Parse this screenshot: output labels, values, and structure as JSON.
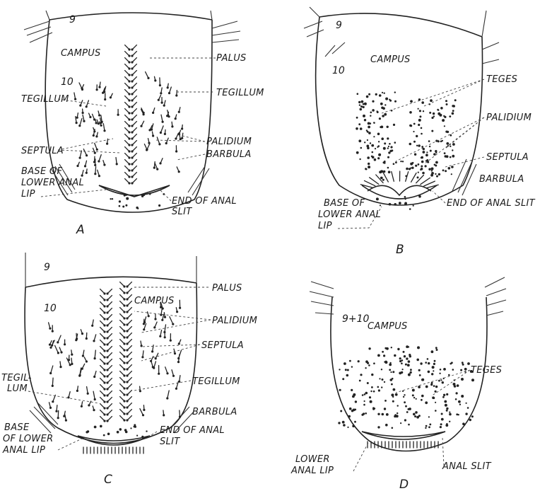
{
  "panels": [
    {
      "id": "A",
      "caption": "A",
      "segments": [
        "9",
        "10"
      ],
      "labels": [
        "CAMPUS",
        "PALUS",
        "TEGILLUM",
        "TEGILLUM",
        "SEPTULA",
        "PALIDIUM",
        "BARBULA",
        "BASE OF",
        "LOWER ANAL",
        "LIP",
        "END OF ANAL",
        "SLIT"
      ]
    },
    {
      "id": "B",
      "caption": "B",
      "segments": [
        "9",
        "10"
      ],
      "labels": [
        "CAMPUS",
        "TEGES",
        "PALIDIUM",
        "SEPTULA",
        "BARBULA",
        "BASE OF",
        "LOWER ANAL",
        "LIP",
        "END OF ANAL SLIT"
      ]
    },
    {
      "id": "C",
      "caption": "C",
      "segments": [
        "9",
        "10"
      ],
      "labels": [
        "PALUS",
        "CAMPUS",
        "PALIDIUM",
        "SEPTULA",
        "TEGIL-",
        "LUM",
        "TEGILLUM",
        "BARBULA",
        "BASE",
        "OF LOWER",
        "ANAL LIP",
        "END OF ANAL",
        "SLIT"
      ]
    },
    {
      "id": "D",
      "caption": "D",
      "segments": [
        "9+10"
      ],
      "labels": [
        "CAMPUS",
        "TEGES",
        "LOWER",
        "ANAL LIP",
        "ANAL SLIT"
      ]
    }
  ]
}
